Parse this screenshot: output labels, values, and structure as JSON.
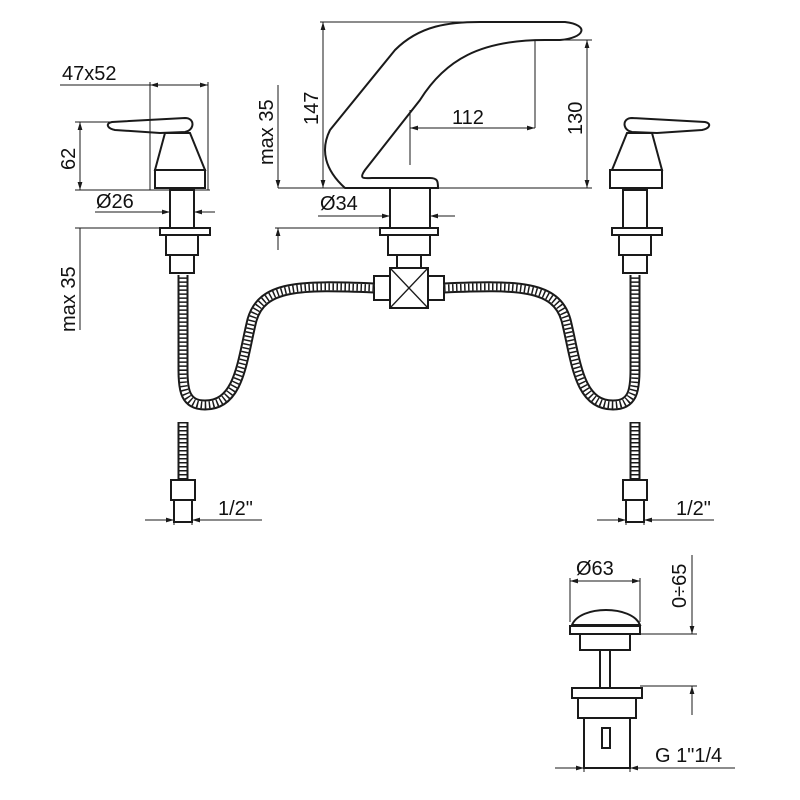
{
  "title": "Three-hole basin mixer technical drawing",
  "dimensions": {
    "handle_size": "47x52",
    "handle_height": "62",
    "handle_diameter": "Ø26",
    "left_max_deck": "max 35",
    "center_max_deck": "max 35",
    "spout_height": "147",
    "spout_diameter": "Ø34",
    "spout_reach": "112",
    "spout_outlet_height": "130",
    "left_connection": "1/2\"",
    "right_connection": "1/2\"",
    "drain_diameter": "Ø63",
    "drain_stroke": "0÷65",
    "drain_thread": "G 1\"1/4"
  }
}
